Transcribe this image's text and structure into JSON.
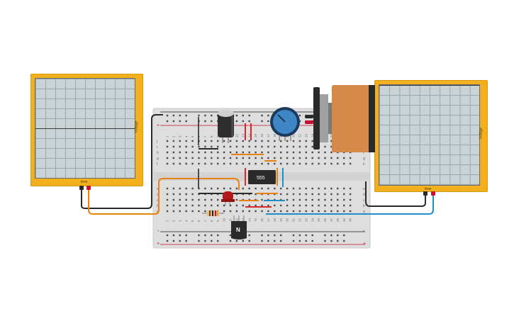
{
  "workspace": {
    "background": "#ffffff"
  },
  "oscilloscope_left": {
    "vertical_label": "Voltage",
    "horizontal_label": "time",
    "frame_color": "#f2b01e"
  },
  "oscilloscope_right": {
    "vertical_label": "Voltage",
    "horizontal_label": "time",
    "frame_color": "#f2b01e"
  },
  "breadboard": {
    "color": "#dedede",
    "rail_plus_color": "#c8102e",
    "rail_minus_color": "#1f1f1f",
    "row_letters_top": [
      "j",
      "i",
      "h",
      "g",
      "f"
    ],
    "row_letters_bottom": [
      "e",
      "d",
      "c",
      "b",
      "a"
    ],
    "row_letters_right_top": [
      "f",
      "g",
      "h"
    ],
    "row_letters_right_bottom": [
      "e",
      "d",
      "c",
      "b",
      "a"
    ],
    "column_numbers": [
      "1",
      "2",
      "3",
      "4",
      "5",
      "6",
      "7",
      "8",
      "9",
      "10",
      "11",
      "12",
      "13",
      "14",
      "15",
      "16",
      "17",
      "18",
      "19",
      "20",
      "21",
      "22",
      "23",
      "24",
      "25",
      "26",
      "27",
      "28",
      "29",
      "30"
    ],
    "plus_symbol": "+",
    "minus_symbol": "-"
  },
  "components": {
    "ic_label": "555",
    "transistor_label": "N",
    "capacitor_icon": "electrolytic-capacitor-icon",
    "potentiometer_icon": "potentiometer-icon",
    "led_icon": "red-led-icon",
    "resistor_icon": "resistor-icon",
    "motor_icon": "dc-motor-icon"
  },
  "wire_colors": {
    "orange": "#e8820e",
    "blue": "#1e90c8",
    "red": "#d42a2a",
    "black": "#2a2a2a"
  }
}
